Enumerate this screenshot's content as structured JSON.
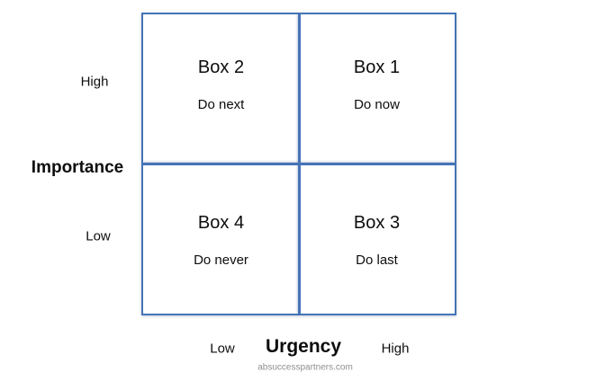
{
  "diagram": {
    "type": "2x2-priority-matrix",
    "border_color": "#4574B8",
    "quadrants": {
      "top_left": {
        "title": "Box 2",
        "subtitle": "Do next"
      },
      "top_right": {
        "title": "Box 1",
        "subtitle": "Do now"
      },
      "bottom_left": {
        "title": "Box 4",
        "subtitle": "Do never"
      },
      "bottom_right": {
        "title": "Box 3",
        "subtitle": "Do last"
      }
    }
  },
  "axes": {
    "importance": {
      "label": "Importance",
      "high": "High",
      "low": "Low"
    },
    "urgency": {
      "label": "Urgency",
      "low": "Low",
      "high": "High"
    }
  },
  "watermark": "absuccesspartners.com"
}
